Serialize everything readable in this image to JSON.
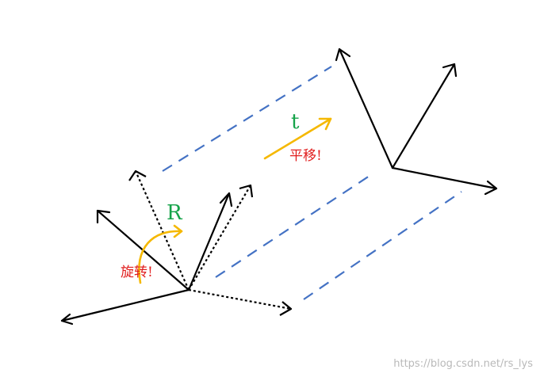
{
  "labels": {
    "rotation_symbol": "R",
    "rotation_text": "旋转!",
    "translation_symbol": "t",
    "translation_text": "平移!",
    "watermark": "https://blog.csdn.net/rs_lys"
  },
  "colors": {
    "axis": "#000000",
    "dashed_connector": "#4472c4",
    "arrow_highlight": "#f5b800",
    "symbol": "#16a34a",
    "annotation": "#e11d1d"
  },
  "icons": {
    "rotation_arrow": "curved-arrow-icon",
    "translation_arrow": "straight-arrow-icon"
  }
}
